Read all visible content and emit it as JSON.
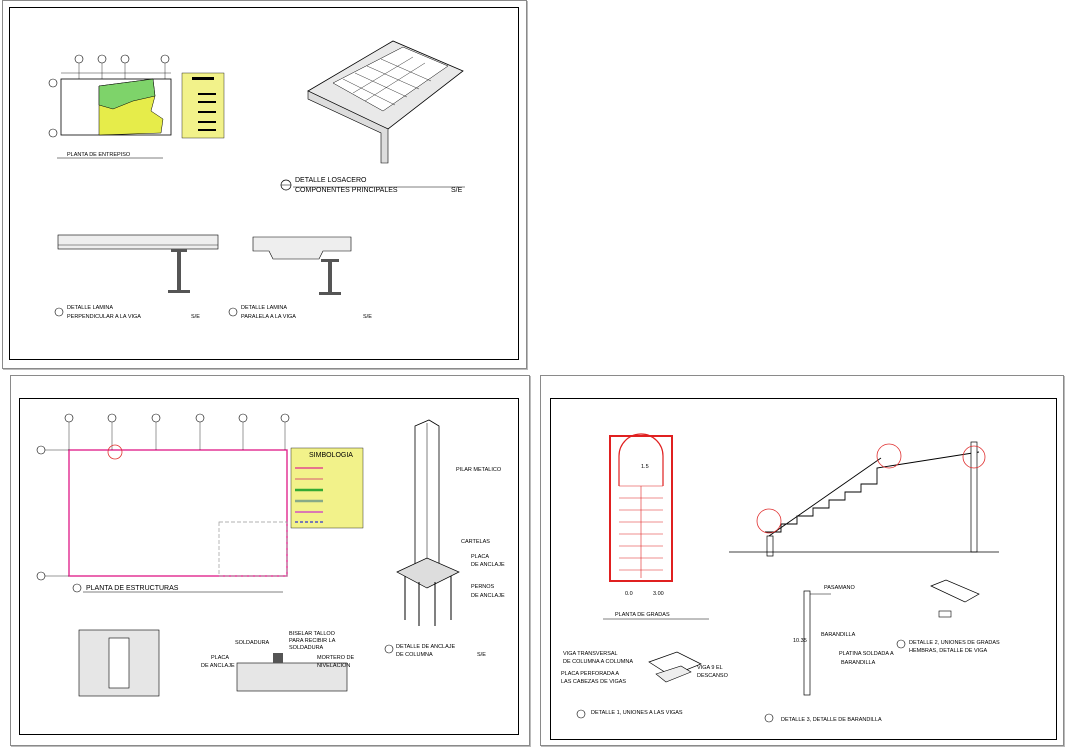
{
  "sheet1": {
    "planta_entrepiso": "PLANTA DE ENTREPISO",
    "detalle_losacero": "DETALLE LOSACERO",
    "componentes": "COMPONENTES PRINCIPALES",
    "se": "S/E",
    "detalle_lamina_1a": "DETALLE LAMINA",
    "detalle_lamina_1b": "PERPENDICULAR A LA VIGA",
    "detalle_lamina_2a": "DETALLE LAMINA",
    "detalle_lamina_2b": "PARALELA A LA VIGA"
  },
  "sheet2": {
    "simbologia": "SIMBOLOGIA",
    "planta_estructuras": "PLANTA DE ESTRUCTURAS",
    "pilar_metalico": "PILAR METALICO",
    "cartelas": "CARTELAS",
    "placa_de_anclaje_a": "PLACA",
    "placa_de_anclaje_b": "DE ANCLAJE",
    "pernos_a": "PERNOS",
    "pernos_b": "DE ANCLAJE",
    "detalle_anclaje_a": "DETALLE DE ANCLAJE",
    "detalle_anclaje_b": "DE COLUMNA",
    "se": "S/E",
    "soldadura": "SOLDADURA",
    "biselar_a": "BISELAR TALLOO",
    "biselar_b": "PARA RECIBIR LA",
    "biselar_c": "SOLDADURA",
    "placa_a": "PLACA",
    "placa_b": "DE ANCLAJE",
    "mortero_a": "MORTERO DE",
    "mortero_b": "NIVELACION"
  },
  "sheet3": {
    "dim_15": "1.5",
    "nivel_1": "0.0",
    "nivel_2": "3.00",
    "planta_gradas": "PLANTA DE GRADAS",
    "pasamanos": "PASAMANO",
    "barandilla": "BARANDILLA",
    "altura": "10.35",
    "platina_a": "PLATINA SOLDADA A",
    "platina_b": "BARANDILLA",
    "viga_transversal_a": "VIGA TRANSVERSAL",
    "viga_transversal_b": "DE COLUMNA A COLUMNA",
    "placa_perforada_a": "PLACA PERFORADA A",
    "placa_perforada_b": "LAS CABEZAS DE VIGAS",
    "viga_descanso_a": "VIGA 9 EL",
    "viga_descanso_b": "DESCANSO",
    "detalle1": "DETALLE 1, UNIONES A LAS VIGAS",
    "detalle2_a": "DETALLE 2, UNIONES DE GRADAS",
    "detalle2_b": "HEMBRAS, DETALLE DE VIGA",
    "detalle3": "DETALLE 3, DETALLE DE BARANDILLA"
  }
}
